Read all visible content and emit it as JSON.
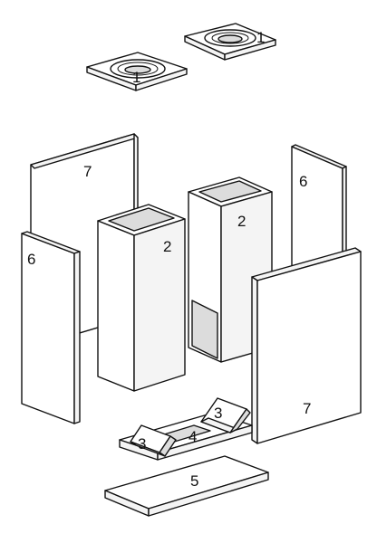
{
  "parts": [
    {
      "id": "cap-left",
      "label": "1"
    },
    {
      "id": "cap-right",
      "label": "1"
    },
    {
      "id": "back-panel-left",
      "label": "7"
    },
    {
      "id": "column-left",
      "label": "2"
    },
    {
      "id": "column-right",
      "label": "2"
    },
    {
      "id": "back-panel-right",
      "label": "6"
    },
    {
      "id": "side-panel-left",
      "label": "6"
    },
    {
      "id": "side-panel-right",
      "label": "7"
    },
    {
      "id": "wedge-left",
      "label": "3"
    },
    {
      "id": "wedge-right",
      "label": "3"
    },
    {
      "id": "base-plate",
      "label": "4"
    },
    {
      "id": "floor-slab",
      "label": "5"
    }
  ]
}
